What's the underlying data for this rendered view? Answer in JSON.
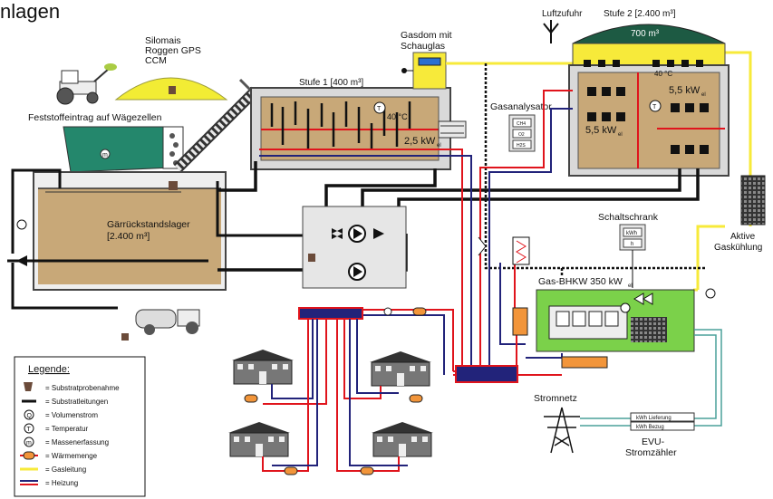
{
  "header": {
    "title_fragment": "nlagen"
  },
  "silo": {
    "line1": "Silomais",
    "line2": "Roggen GPS",
    "line3": "CCM"
  },
  "feed": {
    "label": "Feststoffeintrag auf Wägezellen",
    "mass_symbol": "m"
  },
  "digestate": {
    "line1": "Gärrückstandslager",
    "line2": "[2.400 m³]"
  },
  "stage1": {
    "label": "Stufe 1 [400 m³]",
    "temp": "40 °C",
    "power": "2,5 kW",
    "power_sub": "el"
  },
  "stage2": {
    "label": "Stufe 2 [2.400 m³]",
    "gas_volume": "700 m³",
    "temp": "40 °C",
    "power_a": "5,5 kW",
    "power_b": "5,5 kW",
    "power_sub": "el"
  },
  "gasdome": {
    "line1": "Gasdom mit",
    "line2": "Schauglas"
  },
  "air": {
    "label": "Luftzufuhr"
  },
  "analyzer": {
    "label": "Gasanalysator",
    "ch4": "CH4",
    "o2": "O2",
    "h2s": "H2S"
  },
  "cabinet": {
    "label": "Schaltschrank",
    "kwh": "kWh",
    "h": "h"
  },
  "chp": {
    "label": "Gas-BHKW 350 kW",
    "sub": "el"
  },
  "cooling": {
    "line1": "Aktive",
    "line2": "Gaskühlung"
  },
  "grid": {
    "label": "Stromnetz"
  },
  "meter": {
    "line1": "kWh Lieferung",
    "line2": "kWh Bezug",
    "caption1": "EVU-",
    "caption2": "Stromzähler"
  },
  "legend": {
    "title": "Legende:",
    "items": [
      {
        "text": "= Substratprobenahme",
        "icon": "sample-cup-icon"
      },
      {
        "text": "= Substratleitungen",
        "icon": "black-line"
      },
      {
        "text": "= Volumenstrom",
        "icon": "Q"
      },
      {
        "text": "= Temperatur",
        "icon": "T"
      },
      {
        "text": "= Massenerfassung",
        "icon": "m"
      },
      {
        "text": "= Wärmemenge",
        "icon": "heat-meter-icon"
      },
      {
        "text": "= Gasleitung",
        "icon": "yellow-line"
      },
      {
        "text": "= Heizung",
        "icon": "red-blue-line"
      }
    ]
  },
  "colors": {
    "substrate": "#c8a878",
    "gas": "#f7ea3a",
    "heat_red": "#e0141c",
    "heat_blue": "#22237a",
    "chp_green": "#7bd14a",
    "feed_green": "#24876c",
    "dome": "#1d5a43",
    "box_grey": "#e6e6e6"
  }
}
